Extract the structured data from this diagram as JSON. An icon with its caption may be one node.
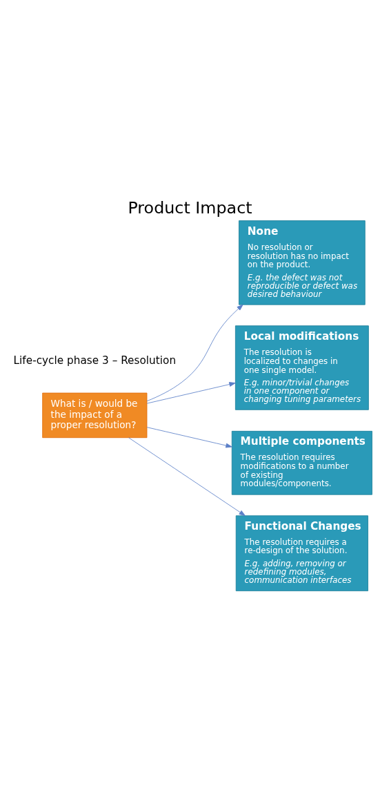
{
  "diagram": {
    "title": "Product Impact",
    "nodes": [
      {
        "text": [
          "What is / would be the impact of a proper resolution?"
        ]
      },
      {
        "text": [
          "None",
          "No resolution or resolution has no impact on the product.",
          "E.g. the defect was not reproducible or defect was desired behaviour"
        ]
      },
      {
        "text": [
          "Local modifications",
          "The resolution is localized to changes in one single model.",
          "E.g. minor/trivial changes in one component or changing tuning parameters"
        ]
      },
      {
        "text": [
          "Multiple components",
          "The resolution requires modifications to a number of existing modules/components."
        ]
      },
      {
        "text": [
          "Functional Changes",
          "The resolution requires a re-design of the solution.",
          "E.g. adding, removing or redefining modules, communication interfaces"
        ]
      }
    ],
    "edges": [
      {
        "from": 0,
        "to": 1,
        "arrow": "to"
      },
      {
        "from": 0,
        "to": 2,
        "arrow": "to"
      },
      {
        "from": 0,
        "to": 3,
        "arrow": "to"
      },
      {
        "from": 0,
        "to": 4,
        "arrow": "to"
      }
    ],
    "labels": [
      "Life-cycle phase 3 – Resolution"
    ]
  }
}
